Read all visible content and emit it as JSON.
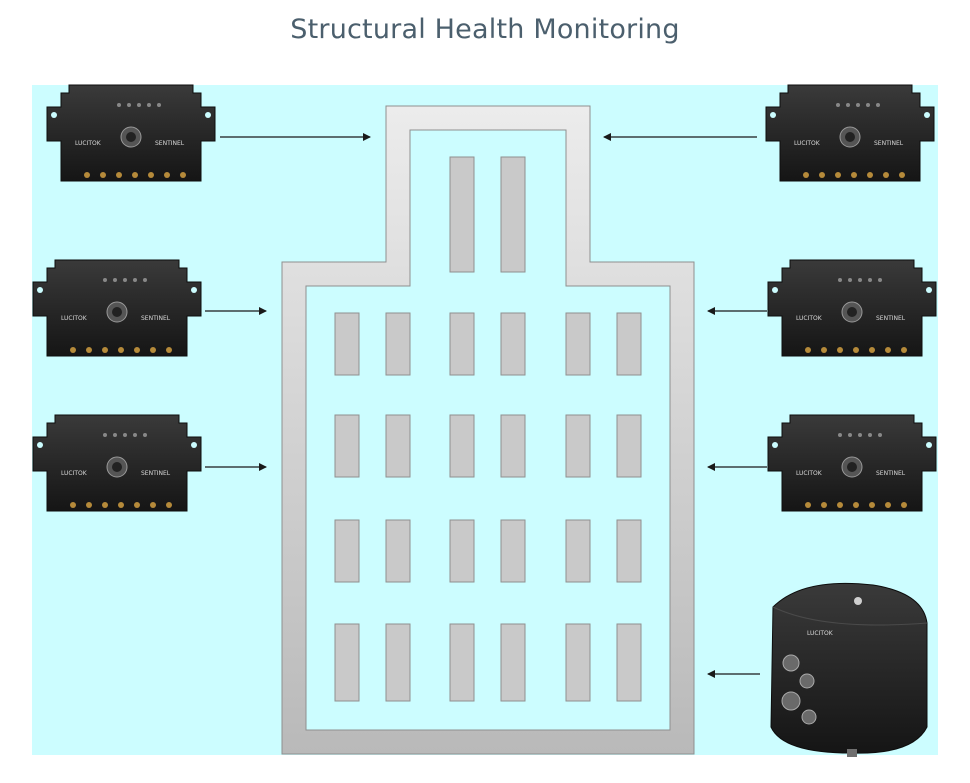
{
  "title": "Structural Health Monitoring",
  "colors": {
    "background": "#ccfdff",
    "building_frame": "#d3d3d3",
    "building_stroke": "#8f8f8f",
    "window": "#c9c9c9",
    "device_body": "#262626",
    "arrow": "#1a1a1a"
  },
  "devices": {
    "recorder_brand": "LUCITOK",
    "recorder_partner": "SENTINEL",
    "accelerometer_brand": "LUCITOK",
    "recorder_count": 6,
    "accelerometer_count": 1
  }
}
